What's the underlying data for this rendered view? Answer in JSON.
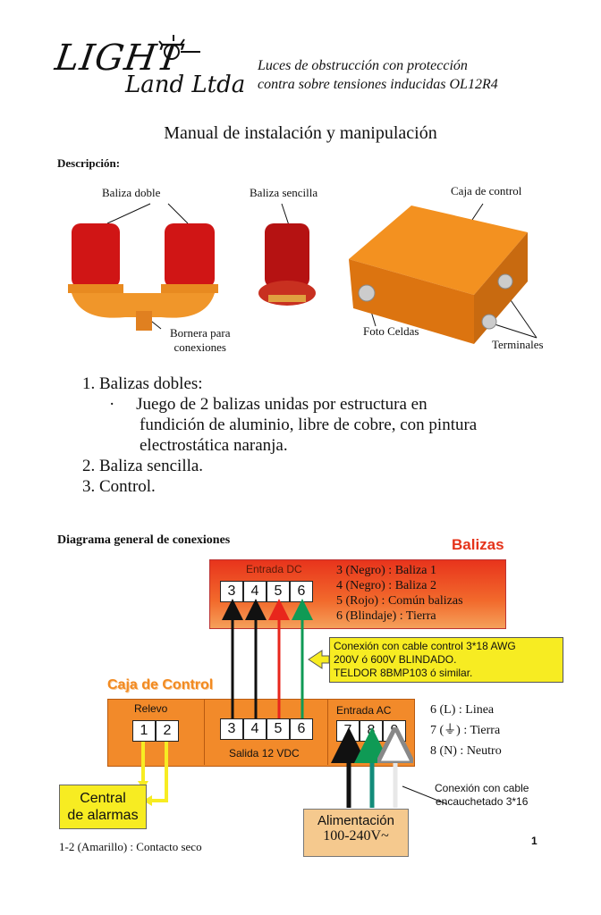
{
  "header": {
    "logo_line1": "LIGHT",
    "logo_line2": "Land Ltda",
    "tagline_line1": "Luces de obstrucción con protección",
    "tagline_line2": "contra sobre tensiones inducidas OL12R4"
  },
  "title": "Manual  de instalación y manipulación",
  "description": {
    "heading": "Descripción:",
    "photo_labels": {
      "baliza_doble": "Baliza doble",
      "baliza_sencilla": "Baliza sencilla",
      "caja_control": "Caja de control",
      "bornera_line1": "Bornera para",
      "bornera_line2": "conexiones",
      "foto_celdas": "Foto Celdas",
      "terminales": "Terminales"
    },
    "list": [
      "1. Balizas dobles:",
      "·     Juego de 2 balizas unidas por estructura en",
      "fundición de aluminio, libre de cobre, con pintura",
      "electrostática naranja.",
      "2. Baliza sencilla.",
      "3. Control."
    ]
  },
  "diagram": {
    "heading": "Diagrama general de conexiones",
    "balizas_title": "Balizas",
    "caja_title": "Caja de Control",
    "entrada_dc": {
      "label": "Entrada DC",
      "terminals": [
        "3",
        "4",
        "5",
        "6"
      ],
      "legend": [
        "3 (Negro) : Baliza 1",
        "4 (Negro) : Baliza 2",
        "5 (Rojo) : Común balizas",
        "6 (Blindaje) : Tierra"
      ]
    },
    "cable_note": [
      "Conexión con cable control 3*18 AWG",
      "200V ó 600V BLINDADO.",
      "TELDOR 8BMP103 ó similar."
    ],
    "relevo": {
      "label": "Relevo",
      "terminals": [
        "1",
        "2"
      ]
    },
    "salida": {
      "label": "Salida 12 VDC",
      "terminals": [
        "3",
        "4",
        "5",
        "6"
      ]
    },
    "entrada_ac": {
      "label": "Entrada AC",
      "terminals": [
        "7",
        "8",
        "9"
      ],
      "legend": [
        "6 (L) : Linea",
        "7 (⏚) : Tierra",
        "8 (N) : Neutro"
      ]
    },
    "central": [
      "Central",
      "de alarmas"
    ],
    "conexion_cable": [
      "Conexión con cable",
      "encauchetado 3*16"
    ],
    "alimentacion": [
      "Alimentación",
      "100-240V~"
    ],
    "contacto_seco": "1-2 (Amarillo) : Contacto seco",
    "colors": {
      "black": "#111111",
      "red": "#e8261c",
      "green": "#0f9a55",
      "teal": "#138c7a",
      "yellow": "#f7ec22",
      "orange": "#f28a2a"
    }
  },
  "page_number": "1"
}
